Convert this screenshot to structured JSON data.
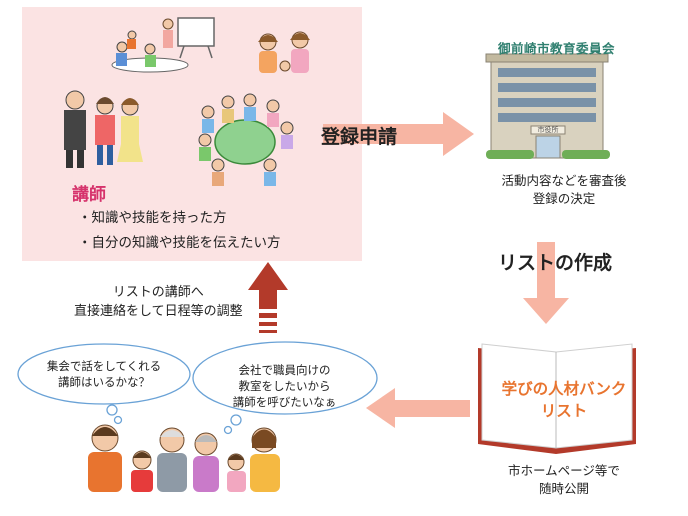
{
  "lecturer": {
    "title": "講師",
    "bullets": [
      "・知識や技能を持った方",
      "・自分の知識や技能を伝えたい方"
    ]
  },
  "flow": {
    "register": "登録申請",
    "list_create": "リストの作成",
    "contact": [
      "リストの講師へ",
      "直接連絡をして日程等の調整"
    ]
  },
  "committee": {
    "name": "御前崎市教育委員会",
    "building_sign": "市役所",
    "decision": [
      "活動内容などを審査後",
      "登録の決定"
    ]
  },
  "bank": {
    "title": [
      "学びの人材バンク",
      "リスト"
    ],
    "publish": [
      "市ホームページ等で",
      "随時公開"
    ]
  },
  "bubbles": {
    "left": [
      "集会で話をしてくれる",
      "講師はいるかな？"
    ],
    "right": [
      "会社で職員向けの",
      "教室をしたいから",
      "講師を呼びたいなぁ"
    ]
  },
  "colors": {
    "panel_bg": "#fbe3e3",
    "arrow_salmon": "#f7b5a3",
    "arrow_dark_red": "#b33a2a",
    "book_orange": "#e8742f",
    "title_pink": "#d6336c",
    "org_green": "#2f7f6f"
  }
}
